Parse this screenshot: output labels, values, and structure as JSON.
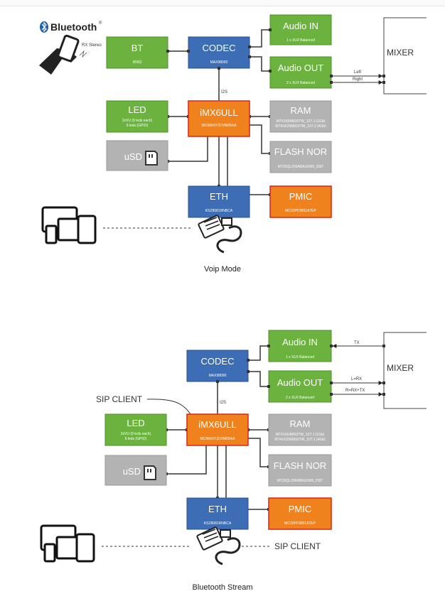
{
  "bluetooth_logo": "Bluetooth",
  "bluetooth_trademark": "®",
  "rx_stereo": "RX Stereo",
  "colors": {
    "green": "#6bb33e",
    "blue": "#3c6db5",
    "orange": "#f0821e",
    "gray": "#b3b3b3"
  },
  "diagram1": {
    "caption": "Voip Mode",
    "bt": {
      "title": "BT",
      "sub": "RN52"
    },
    "codec": {
      "title": "CODEC",
      "sub": "MAX98090"
    },
    "audio_in": {
      "title": "Audio IN",
      "sub": "1 x XLR Balanced"
    },
    "audio_out": {
      "title": "Audio OUT",
      "sub": "2 x XLR Balanced"
    },
    "mixer": "MIXER",
    "left": "Left",
    "right": "Right",
    "i2s": "I2S",
    "led": {
      "title": "LED",
      "sub1": "2xVU (9 leds each)",
      "sub2": "6 leds (GPIO)"
    },
    "imx": {
      "title": "iMX6ULL",
      "sub": "MCIMX6Y2DVM05AA"
    },
    "ram": {
      "title": "RAM",
      "sub1": "MT41K64M16TW_107:J (1Gb)",
      "sub2": "MT41K256M16TW_107:J (4Gb)"
    },
    "usd": "uSD",
    "flash": {
      "title": "FLASH NOR",
      "sub": "MT25QL256ABA1EW9_0SIT"
    },
    "eth": {
      "title": "ETH",
      "sub": "KSZ8081RNBCA"
    },
    "pmic": {
      "title": "PMIC",
      "sub": "MC32PF3001A7EP"
    }
  },
  "diagram2": {
    "caption": "Bluetooth Stream",
    "codec": {
      "title": "CODEC",
      "sub": "MAX98090"
    },
    "audio_in": {
      "title": "Audio IN",
      "sub": "1 x XLR Balanced"
    },
    "audio_out": {
      "title": "Audio OUT",
      "sub": "2 x XLR Balanced"
    },
    "mixer": "MIXER",
    "tx": "TX",
    "lrx": "L=RX",
    "rrxtx": "R=RX+TX",
    "i2s": "I2S",
    "sip_client_top": "SIP CLIENT",
    "sip_client_bottom": "SIP CLIENT",
    "led": {
      "title": "LED",
      "sub1": "2xVU (9 leds each)",
      "sub2": "6 leds (GPIO)"
    },
    "imx": {
      "title": "iMX6ULL",
      "sub": "MCIMX6Y2DVM05AA"
    },
    "ram": {
      "title": "RAM",
      "sub1": "MT41K64M16TW_107:J (1Gb)",
      "sub2": "MT41K256M16TW_107:J (4Gb)"
    },
    "usd": "uSD",
    "flash": {
      "title": "FLASH NOR",
      "sub": "MT25QL256ABA1EW9_0SIT"
    },
    "eth": {
      "title": "ETH",
      "sub": "KSZ8081RNBCA"
    },
    "pmic": {
      "title": "PMIC",
      "sub": "MC32PF3001A7EP"
    }
  }
}
